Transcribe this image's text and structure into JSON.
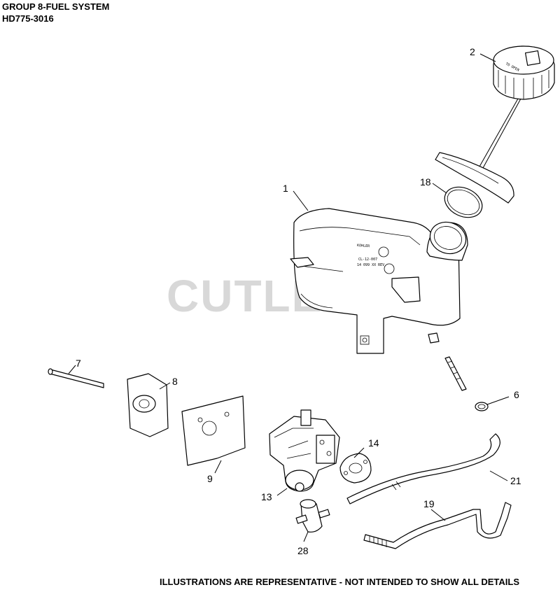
{
  "header": {
    "group": "GROUP 8-FUEL SYSTEM",
    "model": "HD775-3016"
  },
  "watermark": "CUTLER'S",
  "footer": "ILLUSTRATIONS ARE REPRESENTATIVE - NOT INTENDED TO SHOW ALL DETAILS",
  "callouts": {
    "c1": "1",
    "c2": "2",
    "c6": "6",
    "c7": "7",
    "c8": "8",
    "c9": "9",
    "c13": "13",
    "c14": "14",
    "c18": "18",
    "c19": "19",
    "c21": "21",
    "c28": "28"
  },
  "tank_label": {
    "brand": "KOHLER",
    "code": "CL-12-007",
    "rev": "14 099 XX REV"
  },
  "cap_label": "TO OPEN"
}
